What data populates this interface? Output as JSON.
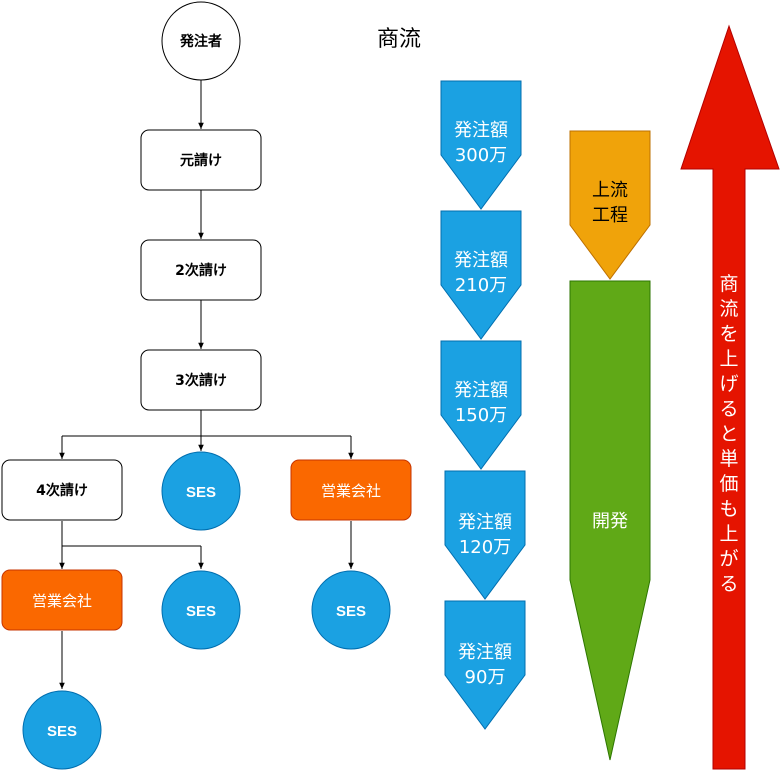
{
  "title": "商流",
  "nodes": {
    "orderer": "発注者",
    "prime": "元請け",
    "sub2": "2次請け",
    "sub3": "3次請け",
    "sub4": "4次請け",
    "sales_a": "営業会社",
    "sales_b": "営業会社",
    "ses": "SES"
  },
  "amounts": [
    {
      "label": "発注額",
      "value": "300万"
    },
    {
      "label": "発注額",
      "value": "210万"
    },
    {
      "label": "発注額",
      "value": "150万"
    },
    {
      "label": "発注額",
      "value": "120万"
    },
    {
      "label": "発注額",
      "value": "90万"
    }
  ],
  "upstream": {
    "line1": "上流",
    "line2": "工程"
  },
  "development": "開発",
  "red_arrow_text": "商流を上げると単価も上がる",
  "colors": {
    "blue": "#1ba1e2",
    "orange": "#f0a30a",
    "green": "#60a917",
    "red": "#e51400",
    "sales": "#fa6800"
  }
}
